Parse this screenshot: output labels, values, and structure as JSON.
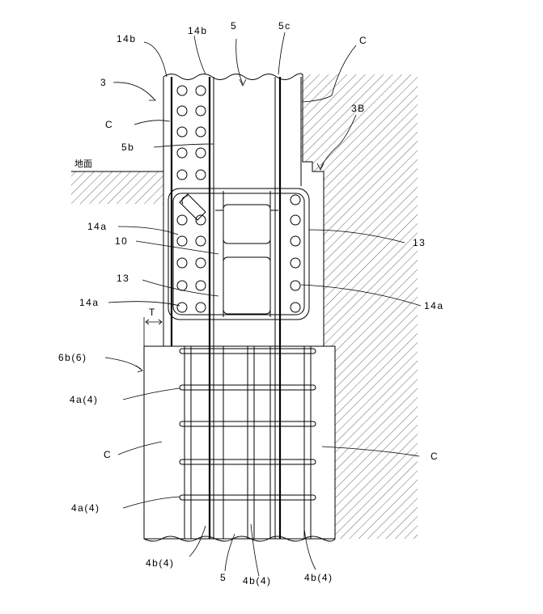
{
  "figure": {
    "labels": {
      "l_14b_left": "14b",
      "l_14b_mid": "14b",
      "l_5_top": "5",
      "l_5c": "5c",
      "l_c_top": "C",
      "l_3": "3",
      "l_3b": "3B",
      "l_c_left_upper": "C",
      "l_5b": "5b",
      "l_ground": "地面",
      "l_14a_upper": "14a",
      "l_10": "10",
      "l_13_left": "13",
      "l_13_right": "13",
      "l_14a_lower_left": "14a",
      "l_14a_right": "14a",
      "l_t": "T",
      "l_6b6": "6b(6)",
      "l_4a4_upper": "4a(4)",
      "l_c_left_lower": "C",
      "l_c_right_lower": "C",
      "l_4a4_lower": "4a(4)",
      "l_4b4_left": "4b(4)",
      "l_5_bottom": "5",
      "l_4b4_mid": "4b(4)",
      "l_4b4_right": "4b(4)"
    }
  }
}
